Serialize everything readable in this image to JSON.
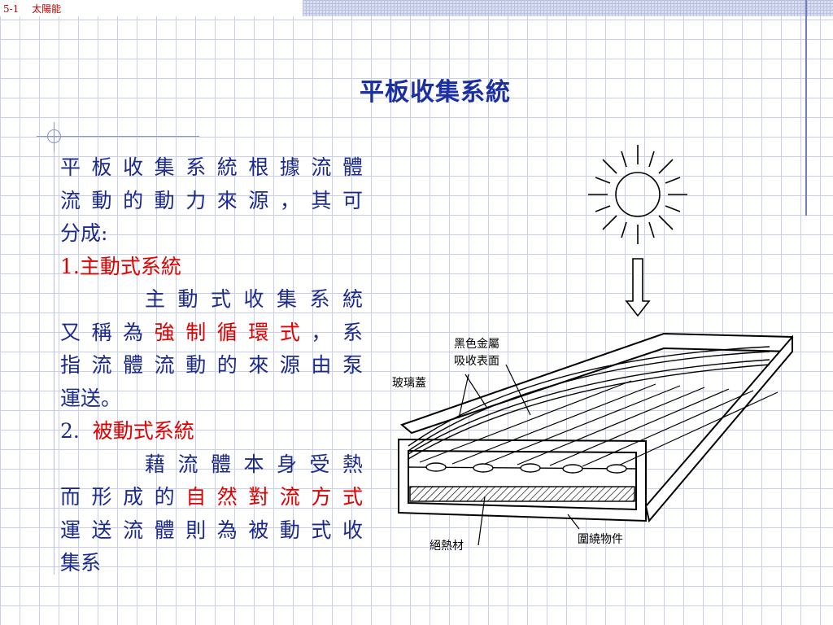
{
  "header": {
    "section_number": "5-1",
    "section_title": "太陽能"
  },
  "slide": {
    "title": "平板收集系統"
  },
  "body": {
    "line1": "平板收集系統根據流體",
    "line2": "流動的動力來源，其可",
    "line3": "分成:",
    "item1_heading": "1.主動式系統",
    "item1_line1": "主動式收集系統",
    "item1_line2_a": "又稱為",
    "item1_line2_em": "強制循環式",
    "item1_line2_b": "，系",
    "item1_line3": "指流體流動的來源由泵",
    "item1_line4": "運送。",
    "item2_number": "2.",
    "item2_heading": "被動式系統",
    "item2_line1": "藉流體本身受熱",
    "item2_line2_a": "而形成的",
    "item2_line2_em": "自然對流方式",
    "item2_line3": "運送流體則為被動式收",
    "item2_line4": "集系"
  },
  "figure": {
    "label_absorber_line1": "黑色金屬",
    "label_absorber_line2": "吸收表面",
    "label_glass": "玻璃蓋",
    "label_insulation": "絕熱材",
    "label_enclosure": "圍繞物件"
  },
  "colors": {
    "title": "#1b2fa0",
    "body_text": "#1b2a8c",
    "emphasis": "#e00000",
    "header": "#c00000",
    "grid": "#c9cfe6"
  }
}
